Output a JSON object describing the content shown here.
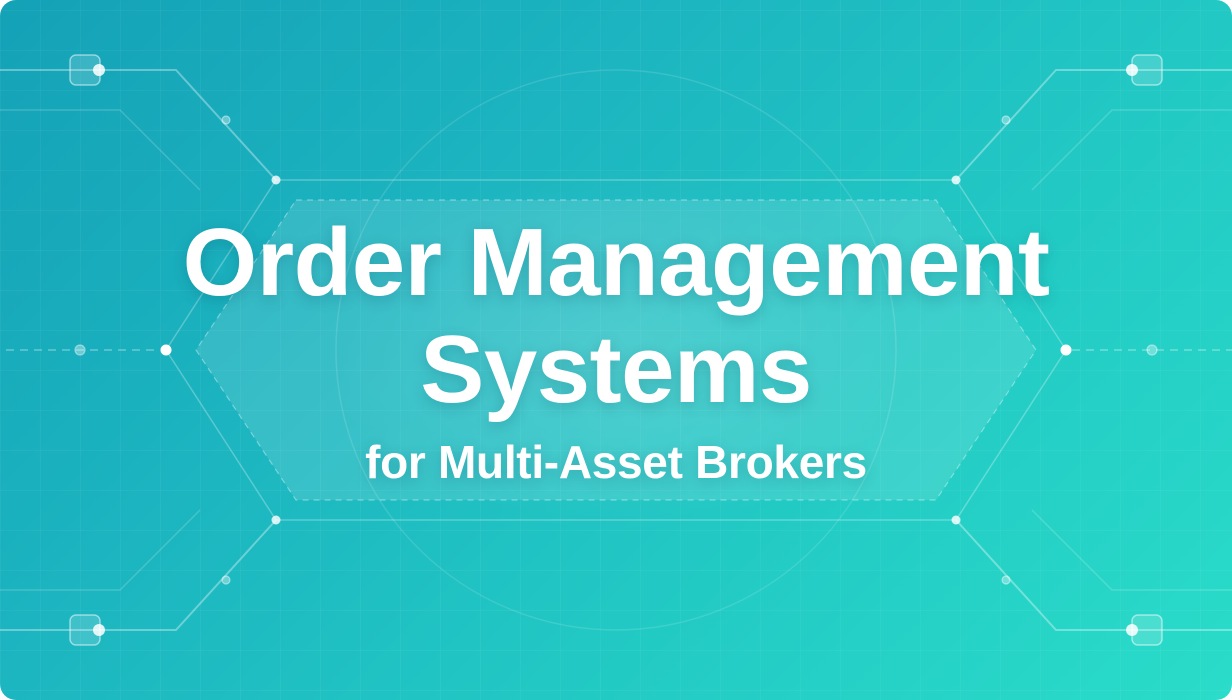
{
  "banner": {
    "title_line_1": "Order Management",
    "title_line_2": "Systems",
    "subtitle": "for Multi-Asset Brokers"
  },
  "colors": {
    "gradient_start": "#14a1b7",
    "gradient_end": "#2adcc9",
    "text": "#ffffff",
    "line": "#ffffff"
  },
  "decorations": {
    "icons": [
      "circuit-trace",
      "node-square",
      "node-dot",
      "hexagon-frame",
      "dashed-hexagon",
      "circle-ring",
      "grid"
    ]
  }
}
